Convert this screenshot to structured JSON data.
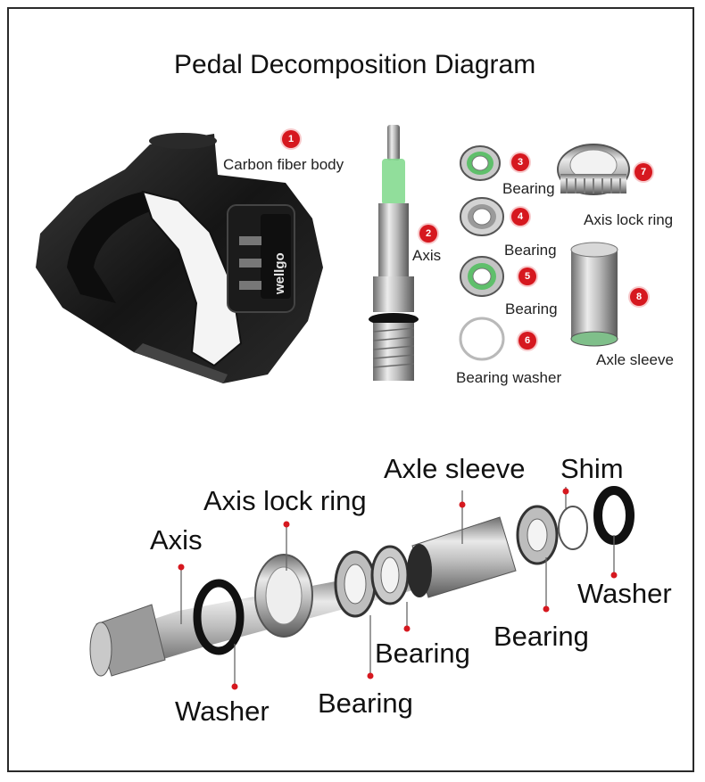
{
  "title": "Pedal Decomposition Diagram",
  "brand_text": "wellgo",
  "colors": {
    "badge": "#d6181f",
    "frame": "#2a2a2a",
    "leader_dot": "#d6181f"
  },
  "top_parts": [
    {
      "badge": "1",
      "label": "Carbon fiber body"
    },
    {
      "badge": "2",
      "label": "Axis"
    },
    {
      "badge": "3",
      "label": "Bearing"
    },
    {
      "badge": "4",
      "label": "Bearing"
    },
    {
      "badge": "5",
      "label": "Bearing"
    },
    {
      "badge": "6",
      "label": "Bearing washer"
    },
    {
      "badge": "7",
      "label": "Axis lock ring"
    },
    {
      "badge": "8",
      "label": "Axle sleeve"
    }
  ],
  "assembly_labels": {
    "axis": "Axis",
    "axis_lock_ring": "Axis lock ring",
    "axle_sleeve": "Axle sleeve",
    "shim": "Shim",
    "washer_right": "Washer",
    "bearing_right": "Bearing",
    "bearing_mid": "Bearing",
    "bearing_low": "Bearing",
    "washer_left": "Washer"
  }
}
